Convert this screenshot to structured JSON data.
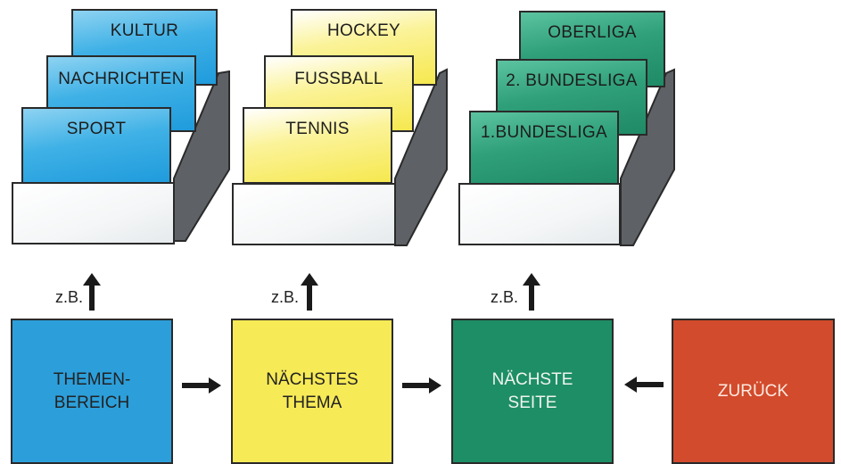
{
  "card_boxes": [
    {
      "cards": [
        "KULTUR",
        "NACHRICHTEN",
        "SPORT"
      ],
      "color": "#2fa6e0"
    },
    {
      "cards": [
        "HOCKEY",
        "FUSSBALL",
        "TENNIS"
      ],
      "color": "#f6e84f"
    },
    {
      "cards": [
        "OBERLIGA",
        "2. BUNDESLIGA",
        "1.BUNDESLIGA"
      ],
      "color": "#239370"
    }
  ],
  "zb_label": "z.B.",
  "buttons": [
    {
      "label": "THEMEN-\nBEREICH",
      "color": "#2c9fdb"
    },
    {
      "label": "NÄCHSTES\nTHEMA",
      "color": "#f7ea57"
    },
    {
      "label": "NÄCHSTE\nSEITE",
      "color": "#1e8e66"
    },
    {
      "label": "ZURÜCK",
      "color": "#d24b2c"
    }
  ],
  "colors": {
    "box_side": "#5e6266",
    "outline": "#2a2a2a"
  }
}
